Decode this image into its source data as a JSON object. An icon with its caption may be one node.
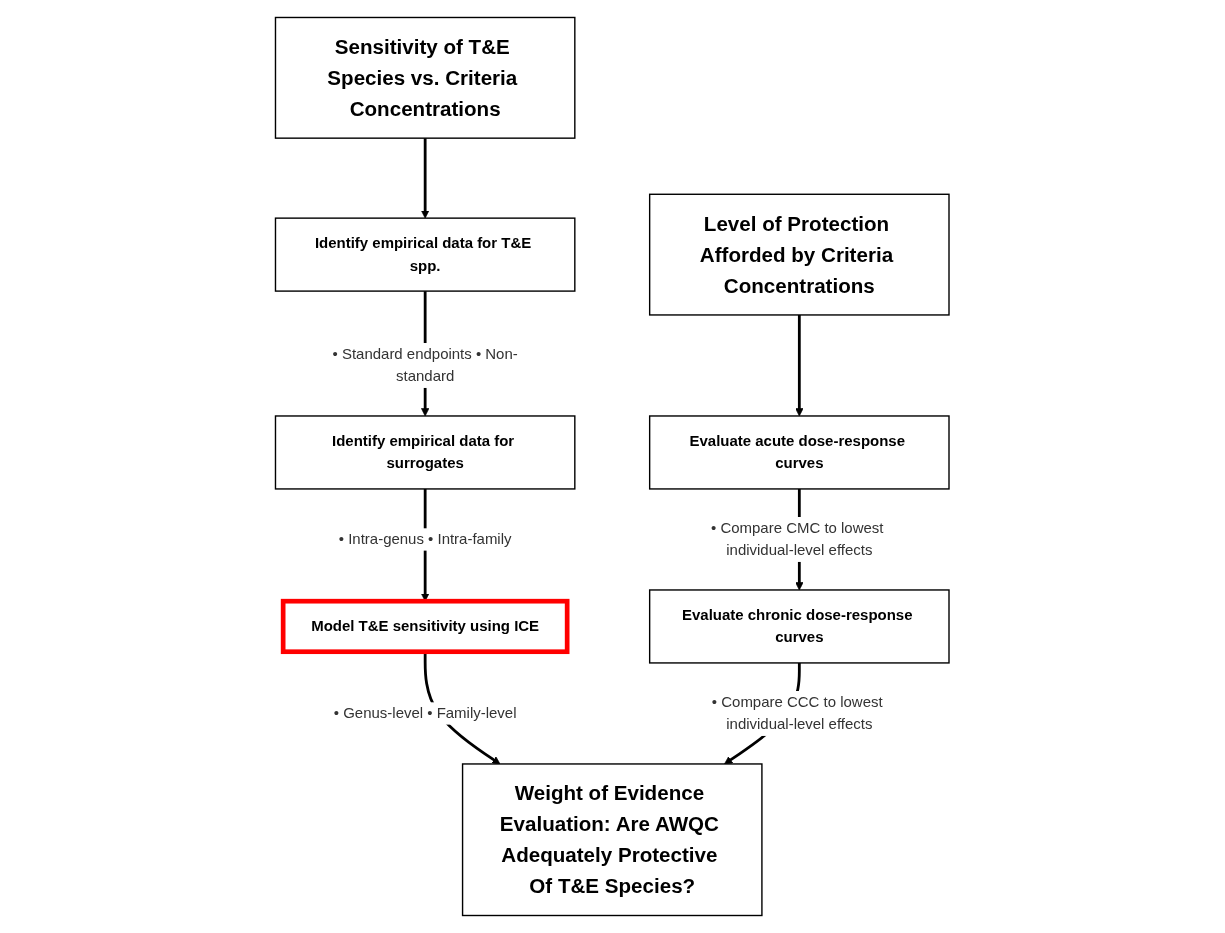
{
  "diagram": {
    "nodes": [
      {
        "text": [
          "Sensitivity of T&E Species vs. Criteria Concentrations"
        ]
      },
      {
        "text": [
          "Level of Protection Afforded by Criteria Concentrations"
        ]
      },
      {
        "text": [
          "Identify empirical data for T&E spp."
        ]
      },
      {
        "text": [
          "Evaluate acute dose-response curves"
        ]
      },
      {
        "text": [
          "Identify empirical data for surrogates"
        ]
      },
      {
        "text": [
          "Evaluate chronic dose-response curves"
        ]
      },
      {
        "text": [
          "Model T&E sensitivity using ICE"
        ]
      },
      {
        "text": [
          "Weight of Evidence Evaluation: Are AWQC Adequately Protective Of T&E Species?"
        ]
      }
    ],
    "edges": [
      {
        "from": 0,
        "to": 2,
        "arrow": "to"
      },
      {
        "from": 1,
        "to": 3,
        "arrow": "to"
      },
      {
        "from": 2,
        "to": 4,
        "arrow": "to",
        "label": "• Standard endpoints • Non-standard"
      },
      {
        "from": 3,
        "to": 5,
        "arrow": "to",
        "label": "• Compare CMC to lowest individual-level effects"
      },
      {
        "from": 4,
        "to": 6,
        "arrow": "to",
        "label": "• Intra-genus • Intra-family"
      },
      {
        "from": 6,
        "to": 7,
        "arrow": "to",
        "label": "• Genus-level • Family-level"
      },
      {
        "from": 5,
        "to": 7,
        "arrow": "to",
        "label": "• Compare CCC to lowest individual-level effects"
      }
    ]
  }
}
